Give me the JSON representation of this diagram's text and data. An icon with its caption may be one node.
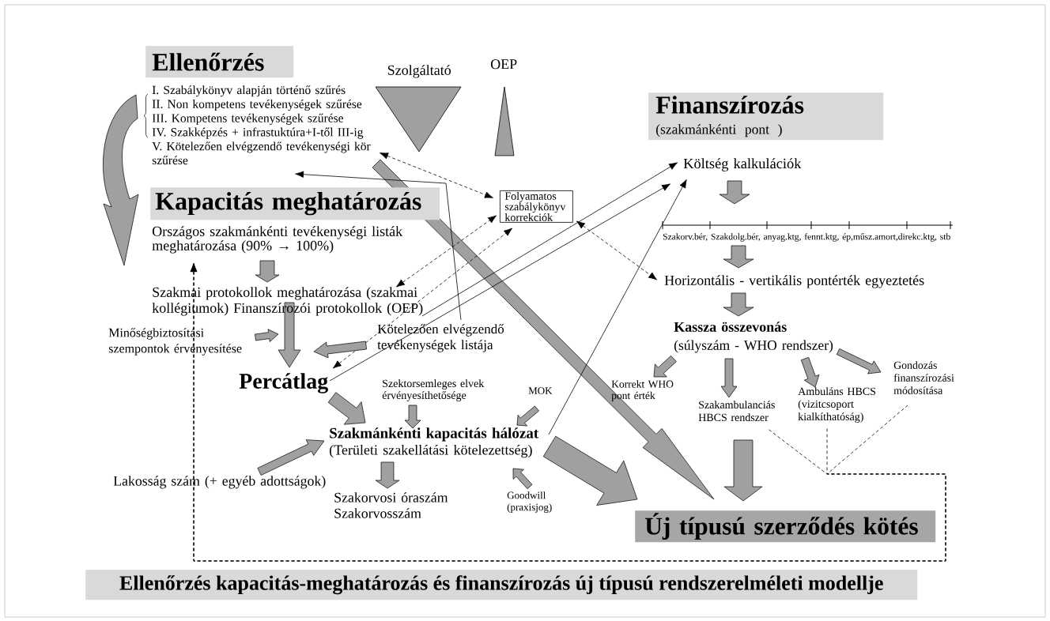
{
  "diagram": {
    "caption": "Ellenőrzés kapacitás-meghatározás és finanszírozás új típusú rendszerelméleti modellje",
    "nodes": [
      {
        "text": [
          "Ellenőrzés"
        ]
      },
      {
        "text": [
          "I. Szabálykönyv alapján történő szűrés",
          "II. Non kompetens tevékenységek szűrése",
          "III. Kompetens tevékenységek szűrése",
          "IV. Szakképzés + infrastuktúra+I-től III-ig",
          "V. Kötelezően elvégzendő tevékenységi kör szűrése"
        ]
      },
      {
        "text": [
          "Szolgáltató"
        ]
      },
      {
        "text": [
          "OEP"
        ]
      },
      {
        "text": [
          "Finanszírozás",
          "(szakmánkénti pont )"
        ]
      },
      {
        "text": [
          "Kapacitás meghatározás"
        ]
      },
      {
        "text": [
          "Folyamatos szabálykönyv korrekciók"
        ]
      },
      {
        "text": [
          "Költség kalkulációk"
        ]
      },
      {
        "text": [
          "Szakorv.bér, Szakdolg.bér, anyag.ktg, fennt.ktg, ép,műsz.amort,direkc.ktg, stb"
        ]
      },
      {
        "text": [
          "Horizontális - vertikális pontérték egyeztetés"
        ]
      },
      {
        "text": [
          "Kassza összevonás",
          "(súlyszám - WHO rendszer)"
        ]
      },
      {
        "text": [
          "Korrekt WHO pont érték"
        ]
      },
      {
        "text": [
          "Szakambulanciás HBCS rendszer"
        ]
      },
      {
        "text": [
          "Ambuláns HBCS (vizitcsoport kialkíthatóság)"
        ]
      },
      {
        "text": [
          "Gondozás finanszírozási módosítása"
        ]
      },
      {
        "text": [
          "Országos szakmánkénti tevékenységi listák meghatározása (90% → 100%)"
        ]
      },
      {
        "text": [
          "Szakmai protokollok meghatározása (szakmai kollégiumok) Finanszírozói protokollok (OEP)"
        ]
      },
      {
        "text": [
          "Minőségbiztosítási szempontok érvényesítése"
        ]
      },
      {
        "text": [
          "Kötelezően elvégzendő tevékenységek listája"
        ]
      },
      {
        "text": [
          "Percátlag"
        ]
      },
      {
        "text": [
          "Szektorsemleges elvek érvényesíthetősége"
        ]
      },
      {
        "text": [
          "MOK"
        ]
      },
      {
        "text": [
          "Szakmánkénti kapacitás hálózat",
          "(Területi szakellátási kötelezettség)"
        ]
      },
      {
        "text": [
          "Lakosság szám (+ egyéb adottságok)"
        ]
      },
      {
        "text": [
          "Goodwill (praxisjog)"
        ]
      },
      {
        "text": [
          "Szakorvosi óraszám Szakorvosszám"
        ]
      },
      {
        "text": [
          "Új típusú szerződés kötés"
        ]
      }
    ],
    "edges": [
      {
        "from": 1,
        "to": 15,
        "arrow": "to",
        "style": "thick"
      },
      {
        "from": 1,
        "to": 26,
        "arrow": "to",
        "style": "thick"
      },
      {
        "from": 18,
        "to": 1,
        "arrow": "to"
      },
      {
        "from": 1,
        "to": 6,
        "arrow": "both",
        "style": "dashed"
      },
      {
        "from": 16,
        "to": 6,
        "arrow": "both",
        "style": "dashed"
      },
      {
        "from": 19,
        "to": 6,
        "arrow": "both",
        "style": "dashed"
      },
      {
        "from": 16,
        "to": 7,
        "arrow": "to"
      },
      {
        "from": 19,
        "to": 7,
        "arrow": "to"
      },
      {
        "from": 22,
        "to": 7,
        "arrow": "to"
      },
      {
        "from": 6,
        "to": 9,
        "arrow": "both",
        "style": "dashed"
      },
      {
        "from": 7,
        "to": 8,
        "arrow": "to",
        "style": "thick"
      },
      {
        "from": 8,
        "to": 9,
        "arrow": "to",
        "style": "thick"
      },
      {
        "from": 9,
        "to": 10,
        "arrow": "to",
        "style": "thick"
      },
      {
        "from": 10,
        "to": 11,
        "arrow": "to",
        "style": "thick"
      },
      {
        "from": 10,
        "to": 12,
        "arrow": "to",
        "style": "thick"
      },
      {
        "from": 10,
        "to": 13,
        "arrow": "to",
        "style": "thick"
      },
      {
        "from": 10,
        "to": 14,
        "arrow": "to",
        "style": "thick"
      },
      {
        "from": 15,
        "to": 16,
        "arrow": "to",
        "style": "thick"
      },
      {
        "from": 16,
        "to": 19,
        "arrow": "to",
        "style": "thick"
      },
      {
        "from": 17,
        "to": 19,
        "arrow": "to",
        "style": "thick"
      },
      {
        "from": 18,
        "to": 19,
        "arrow": "to",
        "style": "thick"
      },
      {
        "from": 19,
        "to": 22,
        "arrow": "to",
        "style": "thick"
      },
      {
        "from": 20,
        "to": 22,
        "arrow": "to",
        "style": "thick"
      },
      {
        "from": 21,
        "to": 22,
        "arrow": "to",
        "style": "thick"
      },
      {
        "from": 23,
        "to": 22,
        "arrow": "to",
        "style": "thick"
      },
      {
        "from": 24,
        "to": 22,
        "arrow": "to",
        "style": "thick"
      },
      {
        "from": 22,
        "to": 25,
        "arrow": "to",
        "style": "thick"
      },
      {
        "from": 22,
        "to": 26,
        "arrow": "to",
        "style": "thick"
      },
      {
        "from": null,
        "to": 26,
        "arrow": "to",
        "style": "thick"
      },
      {
        "from": 12,
        "to": 15,
        "arrow": "to",
        "style": "dashed"
      },
      {
        "from": 13,
        "to": 15,
        "arrow": "to",
        "style": "dashed"
      },
      {
        "from": 14,
        "to": 15,
        "arrow": "to",
        "style": "dashed"
      }
    ]
  }
}
